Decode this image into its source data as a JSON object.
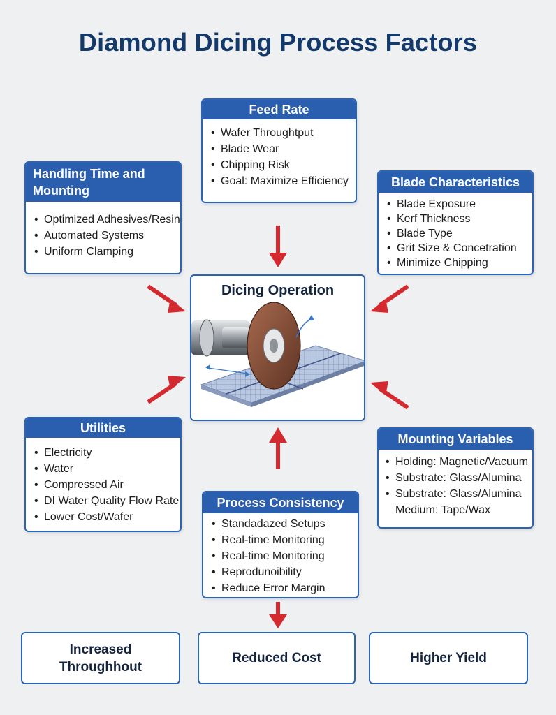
{
  "title": "Diamond Dicing Process Factors",
  "feed_rate": {
    "header": "Feed Rate",
    "items": [
      "Wafer Throughtput",
      "Blade Wear",
      "Chipping Risk",
      "Goal: Maximize Efficiency"
    ]
  },
  "handling": {
    "header_line1": "Handling Time and",
    "header_line2": "Mounting",
    "items": [
      "Optimized Adhesives/Resins",
      "Automated Systems",
      "Uniform Clamping"
    ]
  },
  "blade": {
    "header": "Blade Characteristics",
    "items": [
      "Blade Exposure",
      "Kerf Thickness",
      "Blade Type",
      "Grit Size & Concetration",
      "Minimize Chipping"
    ]
  },
  "center": {
    "title": "Dicing Operation",
    "illustration": "dicing-saw-icon"
  },
  "utilities": {
    "header": "Utilities",
    "items": [
      "Electricity",
      "Water",
      "Compressed Air",
      "DI Water Quality Flow Rate",
      "Lower Cost/Wafer"
    ]
  },
  "mounting": {
    "header": "Mounting Variables",
    "items": [
      "Holding: Magnetic/Vacuum",
      "Substrate: Glass/Alumina",
      "Substrate: Glass/Alumina",
      "Medium: Tape/Wax"
    ]
  },
  "consistency": {
    "header": "Process Consistency",
    "items": [
      "Standadazed Setups",
      "Real-time Monitoring",
      "Real-time Monitoring",
      "Reprodunoibility",
      "Reduce Error Margin"
    ]
  },
  "outcomes": {
    "throughput_line1": "Increased",
    "throughput_line2": "Throughhout",
    "cost": "Reduced Cost",
    "yield": "Higher Yield"
  },
  "colors": {
    "header_blue": "#2a5fb0",
    "title_blue": "#143a6b",
    "arrow_red": "#d42a2f",
    "background": "#eef0f2"
  }
}
